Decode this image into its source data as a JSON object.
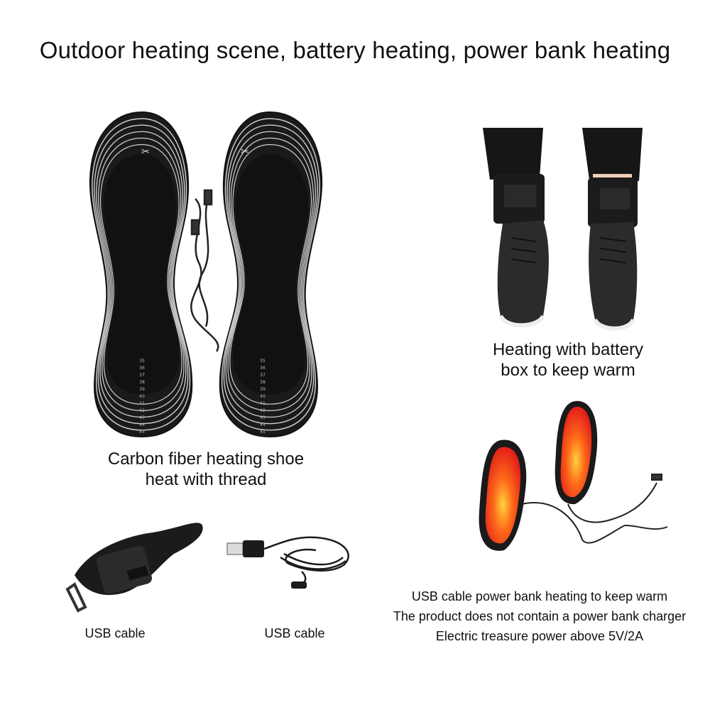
{
  "headline": "Outdoor heating scene, battery heating, power bank heating",
  "insoles": {
    "caption_line1": "Carbon fiber heating shoe",
    "caption_line2": "heat with thread",
    "size_marks": [
      "35",
      "36",
      "37",
      "38",
      "39",
      "40",
      "41",
      "42",
      "43",
      "44",
      "45"
    ]
  },
  "battery_feet": {
    "caption_line1": "Heating with battery",
    "caption_line2": "box to keep warm"
  },
  "accessories": {
    "strap_label": "USB cable",
    "cable_label": "USB cable"
  },
  "powerbank": {
    "line1": "USB cable power bank heating to keep warm",
    "line2": "The product does not contain a power bank charger",
    "line3": "Electric treasure power above 5V/2A"
  }
}
